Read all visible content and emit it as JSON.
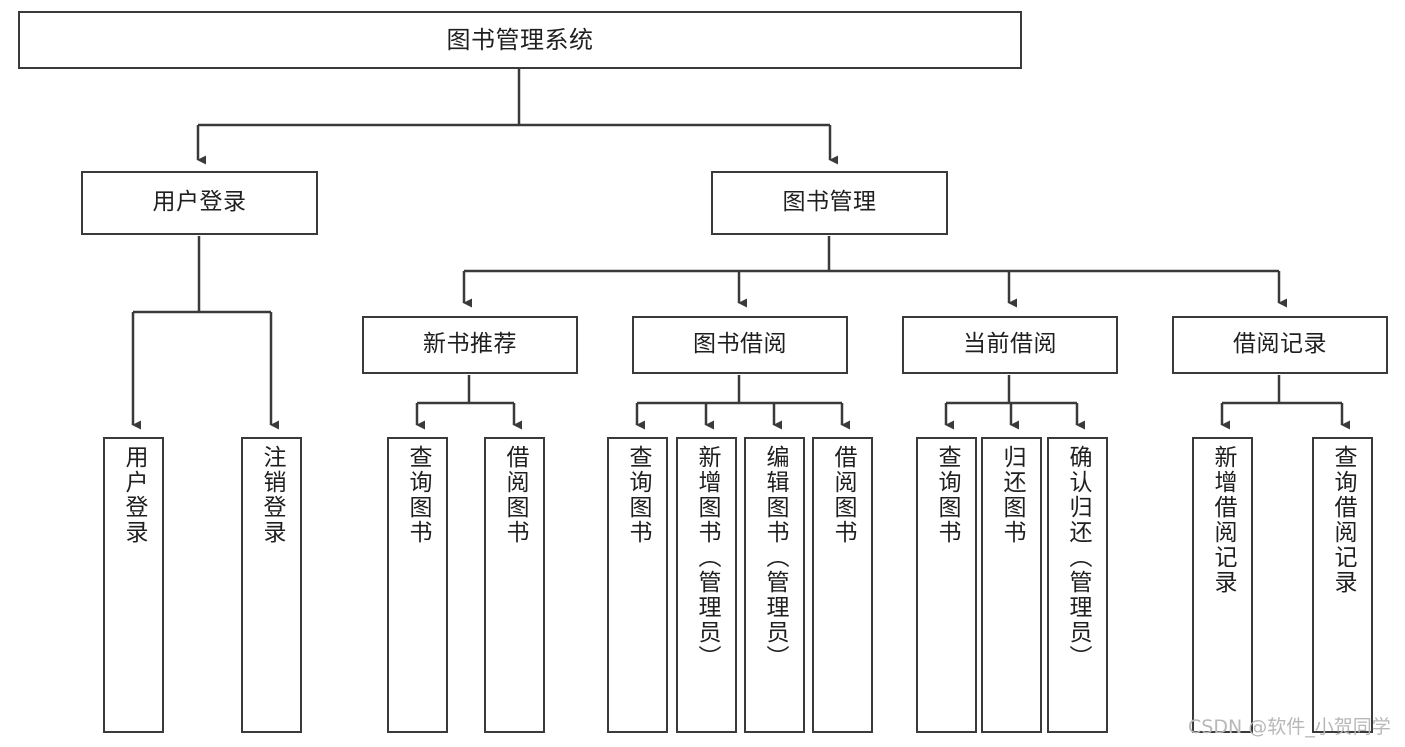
{
  "diagram": {
    "title": "图书管理系统",
    "type": "tree-hierarchy",
    "stroke_color": "#3a3a3a",
    "fill_color": "#ffffff",
    "text_color": "#1f1f1f"
  },
  "nodes": {
    "root": {
      "label": "图书管理系统"
    },
    "level2": [
      {
        "label": "用户登录"
      },
      {
        "label": "图书管理"
      }
    ],
    "level3": [
      {
        "label": "新书推荐"
      },
      {
        "label": "图书借阅"
      },
      {
        "label": "当前借阅"
      },
      {
        "label": "借阅记录"
      }
    ],
    "leaves_user_login": [
      {
        "label": "用户登录"
      },
      {
        "label": "注销登录"
      }
    ],
    "leaves_new_book": [
      {
        "label": "查询图书"
      },
      {
        "label": "借阅图书"
      }
    ],
    "leaves_borrow": [
      {
        "label": "查询图书"
      },
      {
        "label": "新增图书（管理员）"
      },
      {
        "label": "编辑图书（管理员）"
      },
      {
        "label": "借阅图书"
      }
    ],
    "leaves_current": [
      {
        "label": "查询图书"
      },
      {
        "label": "归还图书"
      },
      {
        "label": "确认归还（管理员）"
      }
    ],
    "leaves_records": [
      {
        "label": "新增借阅记录"
      },
      {
        "label": "查询借阅记录"
      }
    ]
  },
  "watermark": {
    "text": "CSDN @软件_小贺同学"
  }
}
